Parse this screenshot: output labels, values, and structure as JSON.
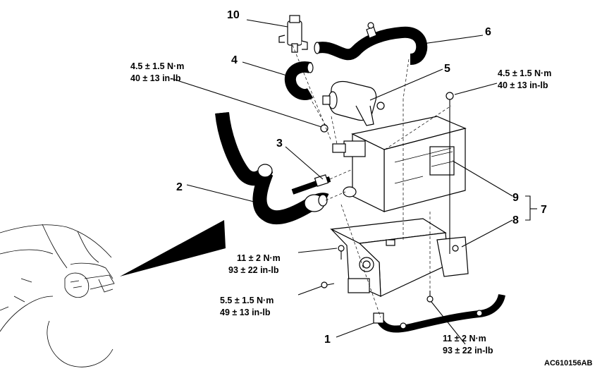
{
  "callouts": {
    "n1": "1",
    "n2": "2",
    "n3": "3",
    "n4": "4",
    "n5": "5",
    "n6": "6",
    "n7": "7",
    "n8": "8",
    "n9": "9",
    "n10": "10"
  },
  "torque_specs": {
    "top_left": {
      "nm": "4.5 ± 1.5 N·m",
      "inlb": "40 ± 13 in-lb"
    },
    "top_right": {
      "nm": "4.5 ± 1.5 N·m",
      "inlb": "40 ± 13 in-lb"
    },
    "mid_left": {
      "nm": "11 ± 2 N·m",
      "inlb": "93 ± 22 in-lb"
    },
    "lower_left": {
      "nm": "5.5 ± 1.5 N·m",
      "inlb": "49 ± 13 in-lb"
    },
    "bottom_right": {
      "nm": "11 ± 2 N·m",
      "inlb": "93 ± 22 in-lb"
    }
  },
  "figure_code": "AC610156AB"
}
